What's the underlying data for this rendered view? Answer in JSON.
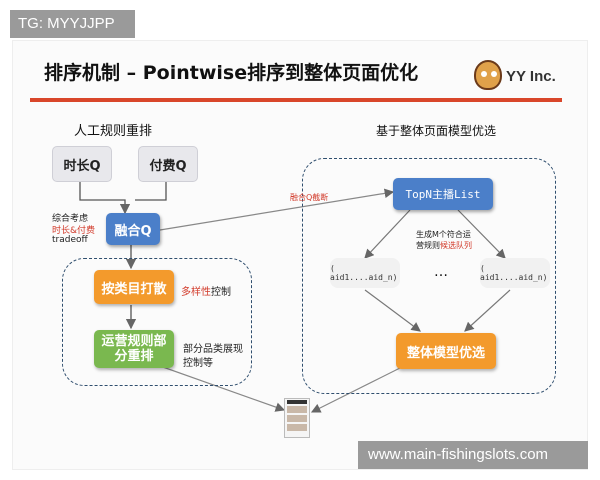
{
  "tg_badge": "TG: MYYJJPP",
  "slide": {
    "title": "排序机制 – Pointwise排序到整体页面优化",
    "logo_text": "YY Inc."
  },
  "left": {
    "heading": "人工规则重排",
    "box_shichang": "时长Q",
    "box_fufei": "付费Q",
    "side_line1": "综合考虑",
    "side_line2": "时长&付费",
    "side_line3": "tradeoff",
    "box_ronghe": "融合Q",
    "box_category_line1": "按类目打散",
    "note_diversity_red": "多样性",
    "note_diversity_rest": "控制",
    "box_ops_line1": "运营规则部",
    "box_ops_line2": "分重排",
    "note_ops_line1": "部分品类展现",
    "note_ops_line2": "控制等"
  },
  "right": {
    "heading": "基于整体页面模型优选",
    "arrow_label": "融合Q截断",
    "box_topn": "TopN主播List",
    "gen_line1": "生成M个符合运",
    "gen_line2a": "营规则",
    "gen_line2b": "候选队列",
    "cand_left": "( aid1....aid_n)",
    "cand_dots": "…",
    "cand_right": "( aid1....aid_n)",
    "box_model": "整体模型优选"
  },
  "url_badge": "www.main-fishingslots.com",
  "colors": {
    "accent_red": "#d9462a",
    "blue_box": "#4b7fc9",
    "orange_box": "#f39a2c",
    "green_box": "#7ab84f"
  }
}
